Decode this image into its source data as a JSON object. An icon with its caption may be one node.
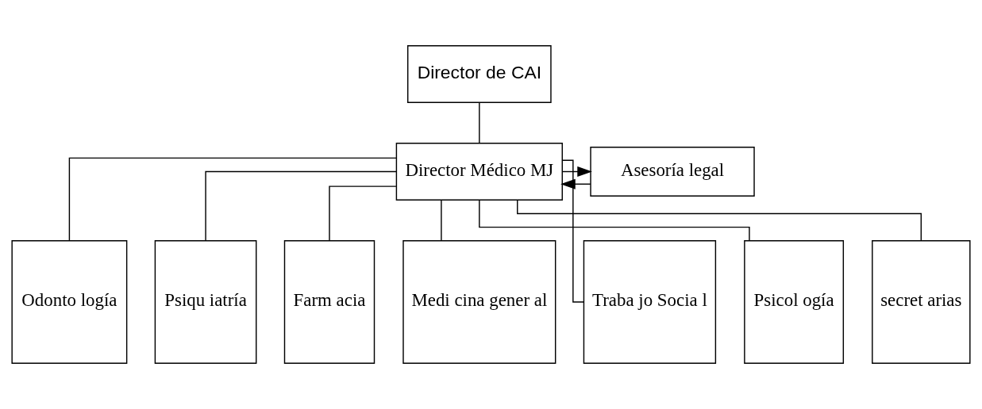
{
  "diagram": {
    "nodes": [
      {
        "text": [
          "Director de CAI"
        ]
      },
      {
        "text": [
          "Director Médico MJ"
        ]
      },
      {
        "text": [
          "Asesoría legal"
        ]
      },
      {
        "text": [
          "Odonto logía"
        ]
      },
      {
        "text": [
          "Psiqu iatría"
        ]
      },
      {
        "text": [
          "Farm acia"
        ]
      },
      {
        "text": [
          "Medi cina gener al"
        ]
      },
      {
        "text": [
          "Traba jo Socia l"
        ]
      },
      {
        "text": [
          "Psicol ogía"
        ]
      },
      {
        "text": [
          "secret arias"
        ]
      }
    ],
    "edges": [
      {
        "from": 0,
        "to": 1,
        "arrow": "none"
      },
      {
        "from": 2,
        "to": 1,
        "arrow": "to"
      },
      {
        "from": 1,
        "to": 2,
        "arrow": "to"
      },
      {
        "from": 1,
        "to": 3,
        "arrow": "none"
      },
      {
        "from": 1,
        "to": 4,
        "arrow": "none"
      },
      {
        "from": 1,
        "to": 5,
        "arrow": "none"
      },
      {
        "from": 1,
        "to": 6,
        "arrow": "none"
      },
      {
        "from": 1,
        "to": 7,
        "arrow": "none"
      },
      {
        "from": 1,
        "to": 8,
        "arrow": "none"
      },
      {
        "from": 1,
        "to": 9,
        "arrow": "none"
      }
    ]
  }
}
